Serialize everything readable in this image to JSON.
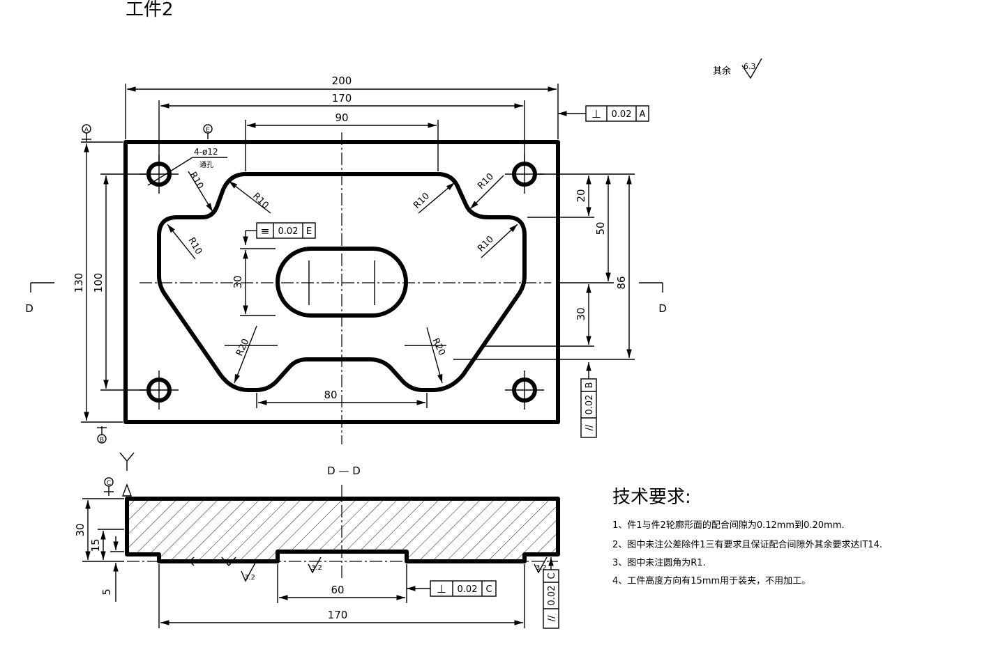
{
  "title": "工件2",
  "roughness": {
    "prefix": "其余",
    "value": "6.3"
  },
  "hole_note": {
    "spec": "4-ø12",
    "type": "通孔"
  },
  "section_label": "D — D",
  "section_mark": "D",
  "top_view": {
    "dims_h": [
      "200",
      "170",
      "90",
      "80"
    ],
    "dims_v": [
      "130",
      "100",
      "30",
      "20",
      "50",
      "86",
      "30"
    ],
    "radii": [
      "R10",
      "R10",
      "R10",
      "R10",
      "R10",
      "R10",
      "R20",
      "R20"
    ],
    "fcf_perp": {
      "symbol": "⊥",
      "value": "0.02",
      "datum": "A"
    },
    "fcf_sym": {
      "symbol": "≡",
      "value": "0.02",
      "datum": "E"
    },
    "fcf_par": {
      "symbol": "//",
      "value": "0.02",
      "datum": "B"
    },
    "datum_circles": [
      "A",
      "B"
    ]
  },
  "section_view": {
    "dims_v": [
      "30",
      "15",
      "5"
    ],
    "dims_h": [
      "60",
      "170"
    ],
    "roughness": [
      "3.2",
      "3.2",
      "3.2"
    ],
    "fcf_perp": {
      "symbol": "⊥",
      "value": "0.02",
      "datum": "C"
    },
    "fcf_par": {
      "symbol": "//",
      "value": "0.02",
      "datum": "C"
    },
    "datum_circles": [
      "C"
    ],
    "axis_label": "Y"
  },
  "tech_req": {
    "heading": "技术要求:",
    "items": [
      "1、件1与件2轮廓形面的配合间隙为0.12mm到0.20mm.",
      "2、图中未注公差除件1三有要求且保证配合间隙外其余要求达IT14.",
      "3、图中未注圆角为R1.",
      "4、工件高度方向有15mm用于装夹，不用加工。"
    ]
  }
}
